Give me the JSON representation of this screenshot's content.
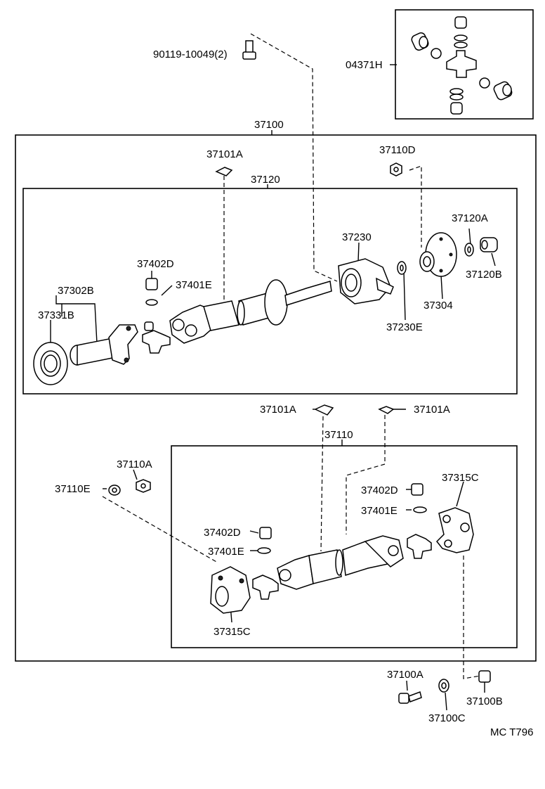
{
  "diagram": {
    "catalog_code": "MC T796",
    "labels": {
      "bolt_top": "90119-10049(2)",
      "joint_kit": "04371H",
      "assy_main": "37100",
      "rear_assy": "37120",
      "rear_washer": "37101A",
      "rear_nut": "37110D",
      "bearing": "37230",
      "bearing_washer": "37230E",
      "flange": "37304",
      "washer_a": "37120A",
      "nut_b": "37120B",
      "grease_fit": "37402D",
      "grease_washer": "37401E",
      "yoke_b": "37302B",
      "seal_b": "37331B",
      "mid_washer_l": "37101A",
      "mid_washer_r": "37101A",
      "front_assy": "37110",
      "front_nut": "37110A",
      "front_washer": "37110E",
      "grease_fit_r": "37402D",
      "grease_washer_r": "37401E",
      "flange_yoke_r": "37315C",
      "grease_fit_l": "37402D",
      "grease_washer_l": "37401E",
      "flange_yoke_l": "37315C",
      "bolt_bottom": "37100A",
      "nut_bottom": "37100B",
      "washer_bottom": "37100C"
    }
  }
}
